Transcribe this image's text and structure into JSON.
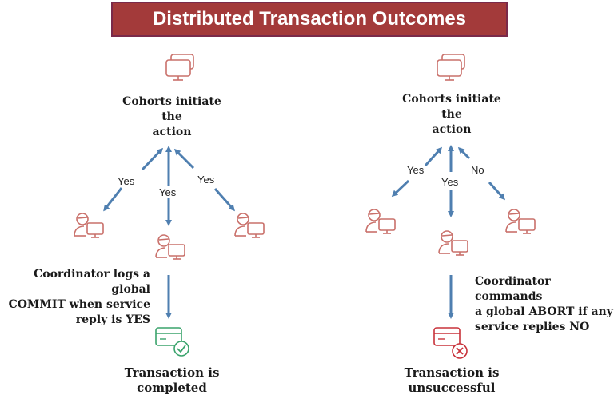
{
  "title": "Distributed Transaction Outcomes",
  "colors": {
    "title_bg": "#a33a3a",
    "arrow": "#4f7fb0",
    "icon": "#c9706a",
    "success": "#3aa36c",
    "fail": "#c8323a"
  },
  "left": {
    "top_label_line1": "Cohorts initiate the",
    "top_label_line2": "action",
    "vote1": "Yes",
    "vote2": "Yes",
    "vote3": "Yes",
    "note_line1": "Coordinator logs a global",
    "note_line2": "COMMIT when service",
    "note_line3": "reply is YES",
    "outcome_line1": "Transaction is",
    "outcome_line2": "completed"
  },
  "right": {
    "top_label_line1": "Cohorts initiate the",
    "top_label_line2": "action",
    "vote1": "Yes",
    "vote2": "Yes",
    "vote3": "No",
    "note_line1": "Coordinator commands",
    "note_line2": "a global ABORT if any",
    "note_line3": "service replies NO",
    "outcome_line1": "Transaction is",
    "outcome_line2": "unsuccessful"
  },
  "icons": [
    "monitor-icon",
    "user-computer-icon",
    "card-check-icon",
    "card-cross-icon"
  ]
}
